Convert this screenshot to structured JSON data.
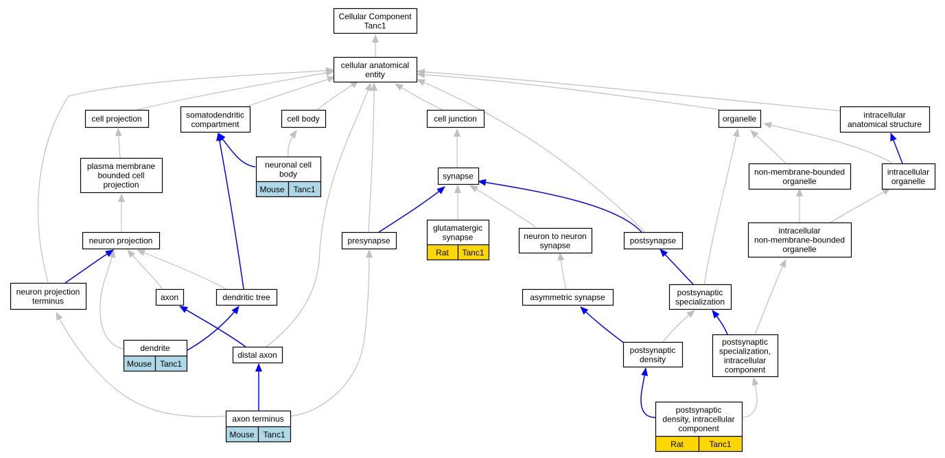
{
  "colors": {
    "is_a_edge": "#c0c0c0",
    "part_of_edge": "#0000ff",
    "node_border": "#000000",
    "node_fill": "#ffffff",
    "mouse_fill": "#add8e6",
    "rat_fill": "#ffd700"
  },
  "nodes": [
    {
      "id": "root",
      "lines": [
        "Cellular Component",
        "Tanc1"
      ]
    },
    {
      "id": "cae",
      "lines": [
        "cellular anatomical",
        "entity"
      ]
    },
    {
      "id": "cellproj",
      "lines": [
        "cell projection"
      ]
    },
    {
      "id": "somato",
      "lines": [
        "somatodendritic",
        "compartment"
      ]
    },
    {
      "id": "cellbody",
      "lines": [
        "cell body"
      ]
    },
    {
      "id": "celljunc",
      "lines": [
        "cell junction"
      ]
    },
    {
      "id": "organelle",
      "lines": [
        "organelle"
      ]
    },
    {
      "id": "intracellular",
      "lines": [
        "intracellular",
        "anatomical structure"
      ]
    },
    {
      "id": "pmbcp",
      "lines": [
        "plasma membrane",
        "bounded cell",
        "projection"
      ]
    },
    {
      "id": "neuronalcb",
      "lines": [
        "neuronal cell",
        "body"
      ],
      "species": "Mouse",
      "gene": "Tanc1"
    },
    {
      "id": "synapse",
      "lines": [
        "synapse"
      ]
    },
    {
      "id": "nmbo",
      "lines": [
        "non-membrane-bounded",
        "organelle"
      ]
    },
    {
      "id": "intraorg",
      "lines": [
        "intracellular",
        "organelle"
      ]
    },
    {
      "id": "neuronproj",
      "lines": [
        "neuron projection"
      ]
    },
    {
      "id": "presyn",
      "lines": [
        "presynapse"
      ]
    },
    {
      "id": "glut",
      "lines": [
        "glutamatergic",
        "synapse"
      ],
      "species": "Rat",
      "gene": "Tanc1"
    },
    {
      "id": "n2n",
      "lines": [
        "neuron to neuron",
        "synapse"
      ]
    },
    {
      "id": "postsyn",
      "lines": [
        "postsynapse"
      ]
    },
    {
      "id": "inmbo",
      "lines": [
        "intracellular",
        "non-membrane-bounded",
        "organelle"
      ]
    },
    {
      "id": "npt",
      "lines": [
        "neuron projection",
        "terminus"
      ]
    },
    {
      "id": "axon",
      "lines": [
        "axon"
      ]
    },
    {
      "id": "dtree",
      "lines": [
        "dendritic tree"
      ]
    },
    {
      "id": "asym",
      "lines": [
        "asymmetric synapse"
      ]
    },
    {
      "id": "pss",
      "lines": [
        "postsynaptic",
        "specialization"
      ]
    },
    {
      "id": "dendrite",
      "lines": [
        "dendrite"
      ],
      "species": "Mouse",
      "gene": "Tanc1"
    },
    {
      "id": "distalaxon",
      "lines": [
        "distal axon"
      ]
    },
    {
      "id": "psd",
      "lines": [
        "postsynaptic",
        "density"
      ]
    },
    {
      "id": "pssic",
      "lines": [
        "postsynaptic",
        "specialization,",
        "intracellular",
        "component"
      ]
    },
    {
      "id": "axonterm",
      "lines": [
        "axon terminus"
      ],
      "species": "Mouse",
      "gene": "Tanc1"
    },
    {
      "id": "psdic",
      "lines": [
        "postsynaptic",
        "density, intracellular",
        "component"
      ],
      "species": "Rat",
      "gene": "Tanc1"
    }
  ]
}
